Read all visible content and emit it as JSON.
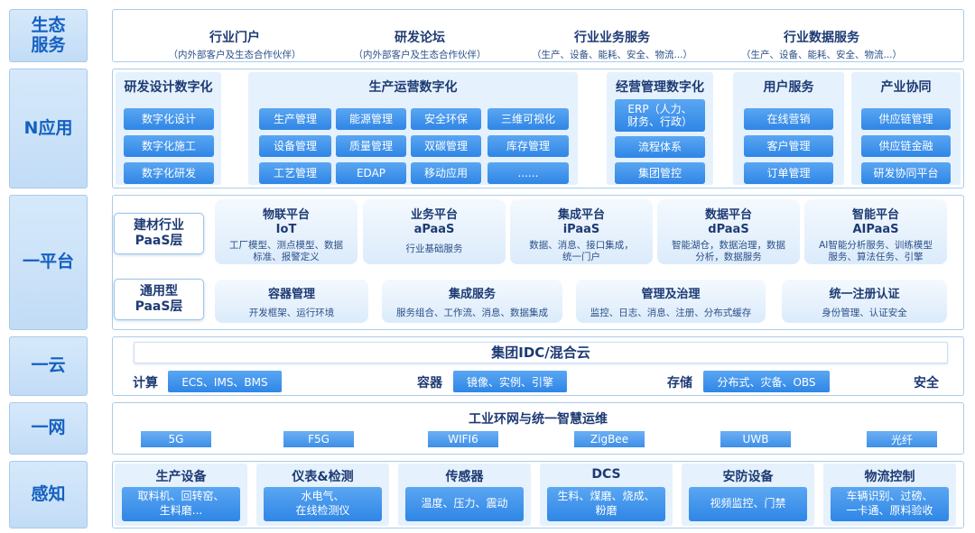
{
  "rows": {
    "eco": "生态\n服务",
    "app": "N应用",
    "platform": "一平台",
    "cloud": "一云",
    "network": "一网",
    "sense": "感知"
  },
  "eco": [
    {
      "title": "行业门户",
      "sub": "（内外部客户及生态合作伙伴）"
    },
    {
      "title": "研发论坛",
      "sub": "（内外部客户及生态合作伙伴）"
    },
    {
      "title": "行业业务服务",
      "sub": "（生产、设备、能耗、安全、物流...）"
    },
    {
      "title": "行业数据服务",
      "sub": "（生产、设备、能耗、安全、物流...）"
    }
  ],
  "apps": {
    "rd": {
      "title": "研发设计数字化",
      "items": [
        "数字化设计",
        "数字化施工",
        "数字化研发"
      ]
    },
    "ops": {
      "title": "生产运营数字化",
      "items": [
        "生产管理",
        "能源管理",
        "安全环保",
        "三维可视化",
        "设备管理",
        "质量管理",
        "双碳管理",
        "库存管理",
        "工艺管理",
        "EDAP",
        "移动应用",
        "......"
      ]
    },
    "mgmt": {
      "title": "经营管理数字化",
      "items": [
        "ERP（人力、\n财务、行政）",
        "流程体系",
        "集团管控"
      ]
    },
    "user": {
      "title": "用户服务",
      "items": [
        "在线营销",
        "客户管理",
        "订单管理"
      ]
    },
    "industry": {
      "title": "产业协同",
      "items": [
        "供应链管理",
        "供应链金融",
        "研发协同平台"
      ]
    }
  },
  "platform": {
    "industry_label": "建材行业\nPaaS层",
    "general_label": "通用型\nPaaS层",
    "industry": [
      {
        "t1": "物联平台",
        "t2": "IoT",
        "d": "工厂模型、测点模型、数据\n标准、报警定义"
      },
      {
        "t1": "业务平台",
        "t2": "aPaaS",
        "d": "行业基础服务"
      },
      {
        "t1": "集成平台",
        "t2": "iPaaS",
        "d": "数据、消息、接口集成，\n统一门户"
      },
      {
        "t1": "数据平台",
        "t2": "dPaaS",
        "d": "智能湖仓，数据治理，数据\n分析，数据服务"
      },
      {
        "t1": "智能平台",
        "t2": "AIPaaS",
        "d": "AI智能分析服务、训练模型\n服务、算法任务、引擎"
      }
    ],
    "general": [
      {
        "t": "容器管理",
        "d": "开发框架、运行环境"
      },
      {
        "t": "集成服务",
        "d": "服务组合、工作流、消息、数据集成"
      },
      {
        "t": "管理及治理",
        "d": "监控、日志、消息、注册、分布式缓存"
      },
      {
        "t": "统一注册认证",
        "d": "身份管理、认证安全"
      }
    ]
  },
  "cloud": {
    "title": "集团IDC/混合云",
    "compute_label": "计算",
    "compute": "ECS、IMS、BMS",
    "container_label": "容器",
    "container": "镜像、实例、引擎",
    "storage_label": "存储",
    "storage": "分布式、灾备、OBS",
    "security_label": "安全"
  },
  "network": {
    "title": "工业环网与统一智慧运维",
    "items": [
      "5G",
      "F5G",
      "WIFI6",
      "ZigBee",
      "UWB",
      "光纤"
    ]
  },
  "sense": [
    {
      "title": "生产设备",
      "body": "取料机、回转窑、\n生料磨..."
    },
    {
      "title": "仪表&检测",
      "body": "水电气、\n在线检测仪"
    },
    {
      "title": "传感器",
      "body": "温度、压力、震动"
    },
    {
      "title": "DCS",
      "body": "生料、煤磨、烧成、\n粉磨"
    },
    {
      "title": "安防设备",
      "body": "视频监控、门禁"
    },
    {
      "title": "物流控制",
      "body": "车辆识别、过磅、\n一卡通、原料验收"
    }
  ]
}
